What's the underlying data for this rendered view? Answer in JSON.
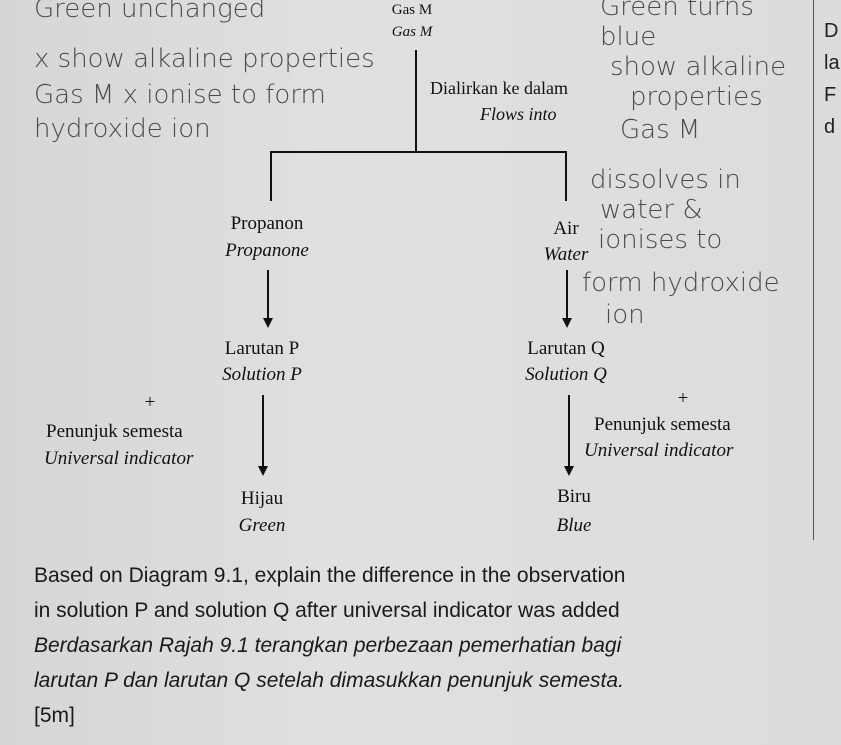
{
  "diagram": {
    "gas_ms": "Gas M",
    "gas_en": "Gas M",
    "flow_ms": "Dialirkan ke dalam",
    "flow_en": "Flows into",
    "left": {
      "reagent_ms": "Propanon",
      "reagent_en": "Propanone",
      "solution_ms": "Larutan P",
      "solution_en": "Solution P",
      "plus": "+",
      "indicator_ms": "Penunjuk semesta",
      "indicator_en": "Universal indicator",
      "result_ms": "Hijau",
      "result_en": "Green"
    },
    "right": {
      "reagent_ms": "Air",
      "reagent_en": "Water",
      "solution_ms": "Larutan Q",
      "solution_en": "Solution Q",
      "plus": "+",
      "indicator_ms": "Penunjuk semesta",
      "indicator_en": "Universal indicator",
      "result_ms": "Biru",
      "result_en": "Blue"
    }
  },
  "question": {
    "lines": [
      "Based on Diagram 9.1, explain the difference in the observation",
      "in solution P and solution Q after universal indicator was added",
      "Berdasarkan Rajah 9.1 terangkan perbezaan pemerhatian bagi",
      "larutan P dan larutan Q setelah dimasukkan penunjuk semesta.",
      "[5m]"
    ]
  },
  "handwriting": {
    "left": [
      "Green unchanged",
      "x show alkaline properties",
      "Gas M x ionise to form",
      "hydroxide ion"
    ],
    "right": [
      "Green turns",
      "blue",
      "show alkaline",
      "properties",
      "Gas M",
      "dissolves in",
      "water &",
      "ionises to",
      "form hydroxide",
      "ion"
    ]
  },
  "edge_letters": [
    "D",
    "la",
    "F",
    "d"
  ]
}
